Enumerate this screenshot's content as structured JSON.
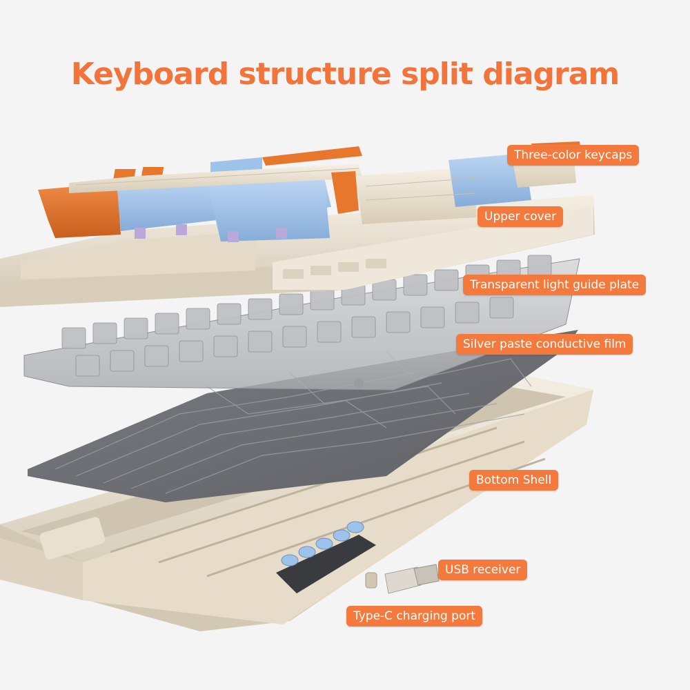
{
  "title": "Keyboard structure split diagram",
  "colors": {
    "accent": "#f37a3c",
    "title": "#f2743a",
    "keycap_orange": "#e8772e",
    "keycap_blue": "#9ec3ea",
    "keycap_cream": "#efe6d6",
    "shell": "#ece4d4",
    "pcb": "#6d6f74"
  },
  "callouts": [
    {
      "id": "keycaps",
      "label": "Three-color keycaps"
    },
    {
      "id": "upper_cover",
      "label": "Upper cover"
    },
    {
      "id": "light_guide",
      "label": "Transparent light guide plate"
    },
    {
      "id": "silver_film",
      "label": "Silver paste conductive film"
    },
    {
      "id": "bottom_shell",
      "label": "Bottom Shell"
    },
    {
      "id": "usb_receiver",
      "label": "USB receiver"
    },
    {
      "id": "typec_port",
      "label": "Type-C charging port"
    }
  ]
}
